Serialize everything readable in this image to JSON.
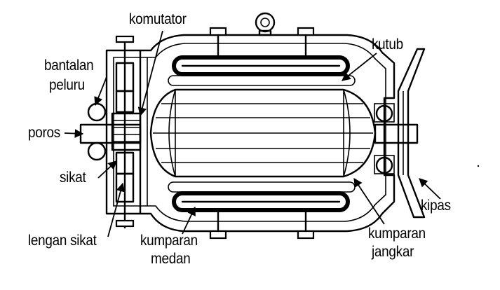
{
  "labels": {
    "komutator": "komutator",
    "kutub": "kutub",
    "bantalan_1": "bantalan",
    "bantalan_2": "peluru",
    "poros": "poros",
    "sikat": "sikat",
    "lengan_sikat": "lengan sikat",
    "kumparan_medan_1": "kumparan",
    "kumparan_medan_2": "medan",
    "kumparan_jangkar_1": "kumparan",
    "kumparan_jangkar_2": "jangkar",
    "kipas": "kipas"
  }
}
